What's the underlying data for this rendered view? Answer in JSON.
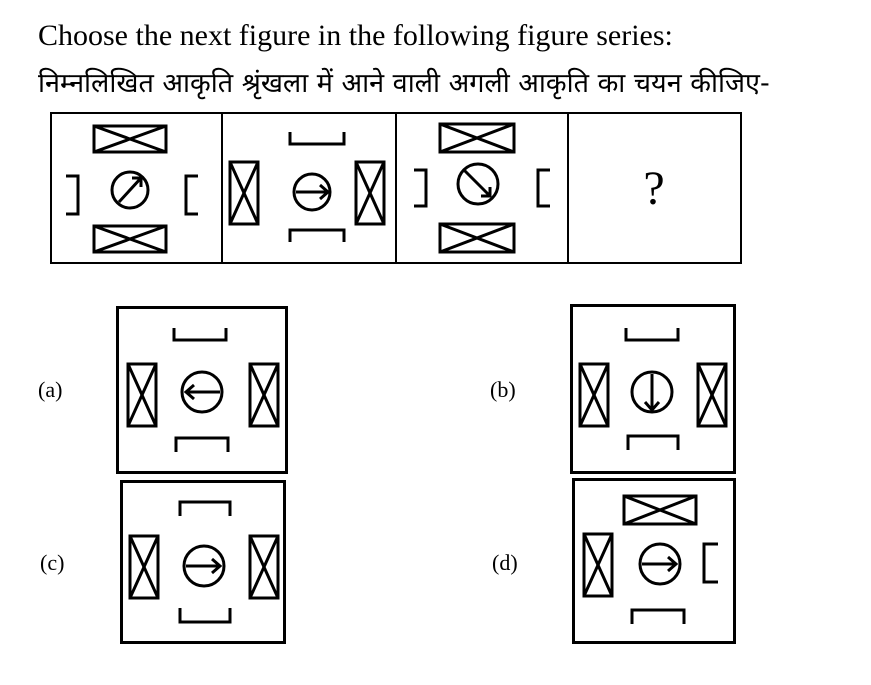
{
  "question": {
    "english": "Choose the next figure in the following figure series:",
    "hindi": "निम्नलिखित आकृति श्रृंखला में आने वाली अगली आकृति का चयन कीजिए-"
  },
  "series": {
    "unknown_label": "?"
  },
  "options": [
    {
      "label": "(a)"
    },
    {
      "label": "(b)"
    },
    {
      "label": "(c)"
    },
    {
      "label": "(d)"
    }
  ]
}
